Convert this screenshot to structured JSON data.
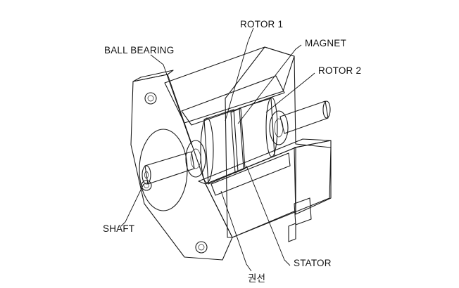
{
  "labels": {
    "rotor1": "ROTOR 1",
    "magnet": "MAGNET",
    "ball_bearing": "BALL BEARING",
    "rotor2": "ROTOR 2",
    "shaft": "SHAFT",
    "winding": "권선",
    "stator": "STATOR"
  }
}
